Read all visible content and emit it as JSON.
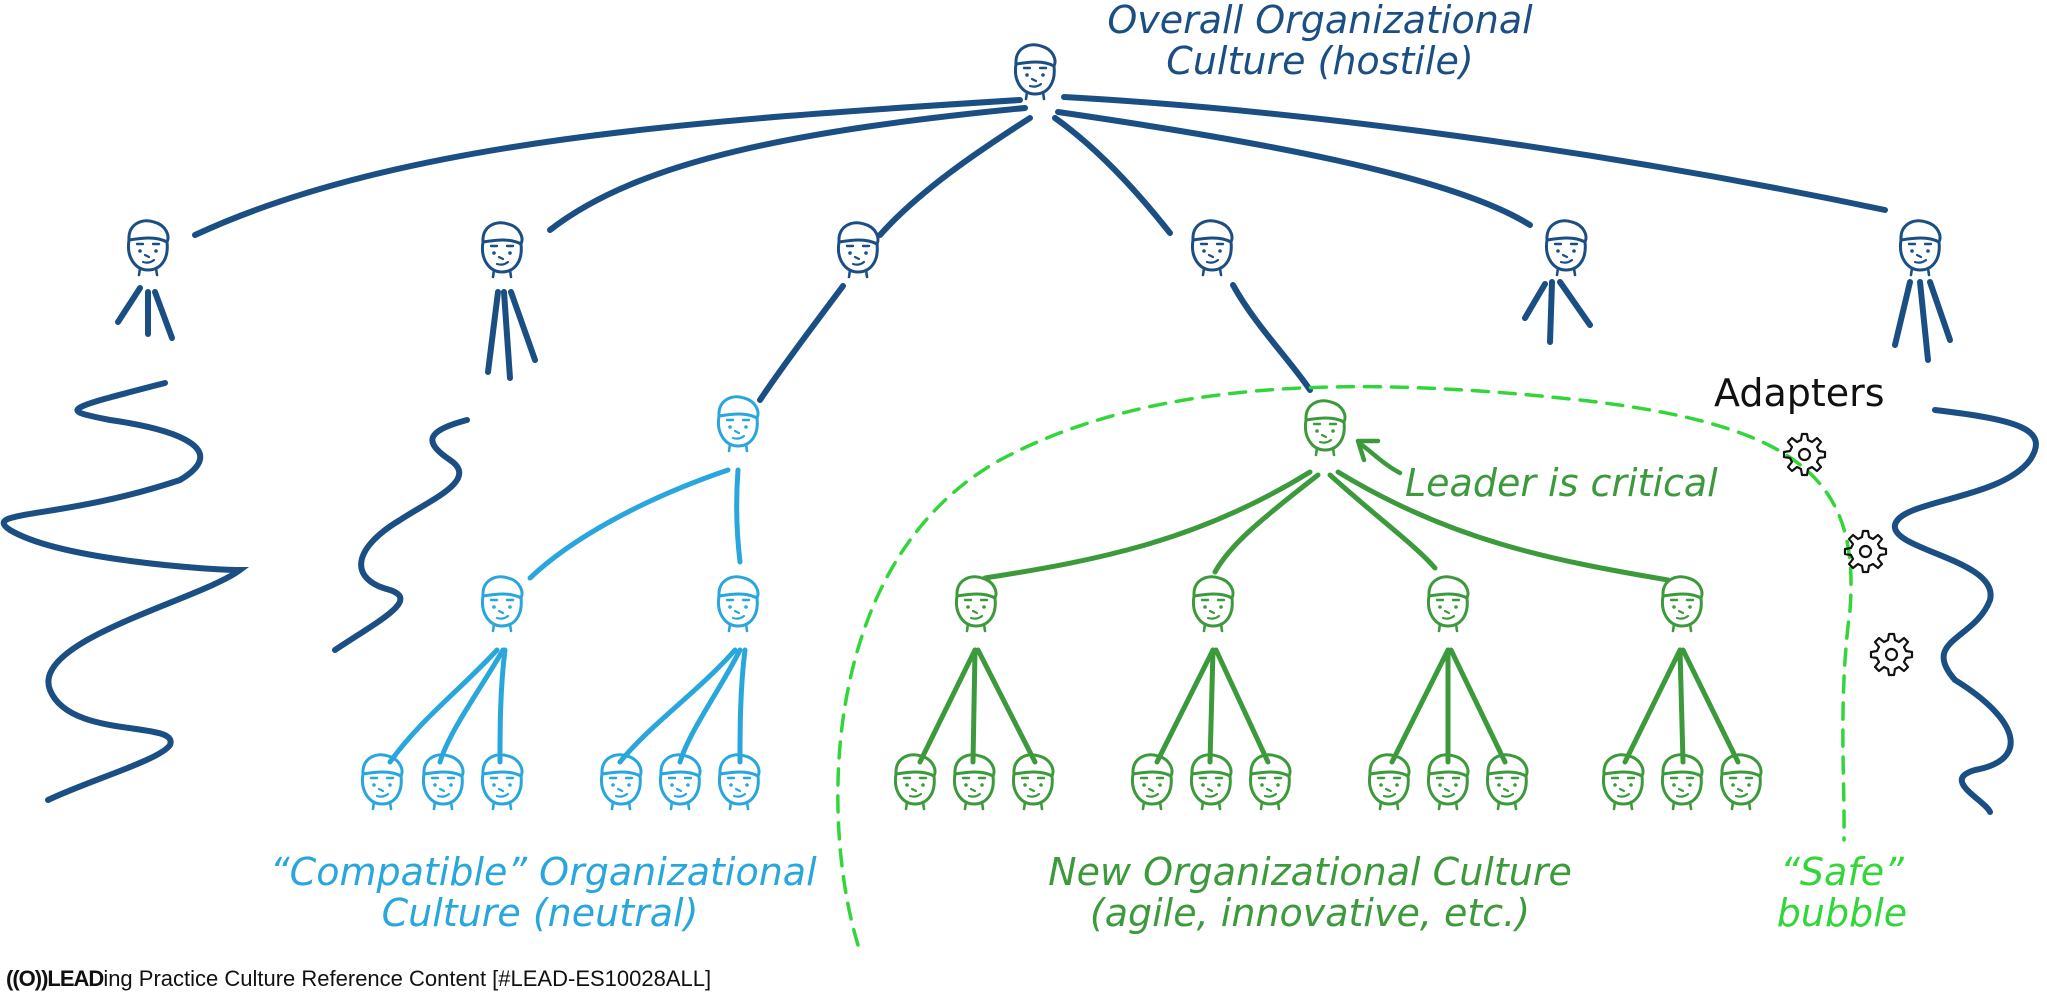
{
  "labels": {
    "overall": {
      "line1": "Overall Organizational",
      "line2": "Culture (hostile)"
    },
    "compatible": {
      "line1": "“Compatible” Organizational",
      "line2": "Culture (neutral)"
    },
    "new_culture": {
      "line1": "New Organizational Culture",
      "line2": "(agile, innovative, etc.)"
    },
    "safe": {
      "line1": "“Safe”",
      "line2": "bubble"
    },
    "leader": "Leader is critical",
    "adapters": "Adapters"
  },
  "footer": {
    "logo": "((O))LEAD",
    "text": "ing Practice Culture Reference Content [#LEAD-ES10028ALL]"
  },
  "colors": {
    "hostile": "#1b4f84",
    "neutral": "#29a6dc",
    "new": "#3c9a3c",
    "bubble": "#33d63a",
    "gear": "#111111"
  },
  "icons": [
    "face-icon",
    "gear-icon",
    "arrow-icon"
  ]
}
